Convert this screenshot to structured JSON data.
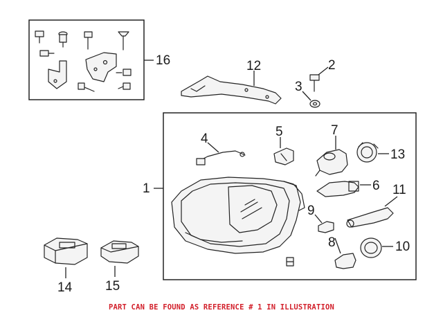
{
  "callouts": {
    "c1": "1",
    "c2": "2",
    "c3": "3",
    "c4": "4",
    "c5": "5",
    "c6": "6",
    "c7": "7",
    "c8": "8",
    "c9": "9",
    "c10": "10",
    "c11": "11",
    "c12": "12",
    "c13": "13",
    "c14": "14",
    "c15": "15",
    "c16": "16"
  },
  "footnote": "PART CAN BE FOUND AS REFERENCE # 1 IN ILLUSTRATION",
  "colors": {
    "line": "#222222",
    "footnote": "#d21f2a"
  }
}
